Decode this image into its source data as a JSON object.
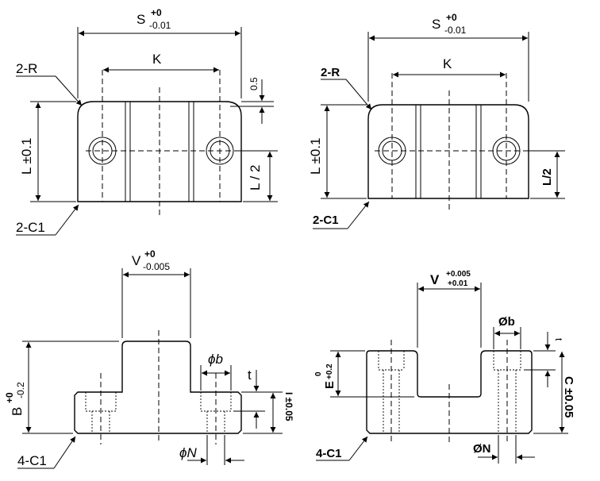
{
  "views": {
    "tl": {
      "S_dim": "S",
      "S_tol_upper": "+0",
      "S_tol_lower": "-0.01",
      "K_dim": "K",
      "R_label": "2-R",
      "offset_value": "0.5",
      "L_label": "L ±0.1",
      "L_half": "L / 2",
      "C1_label": "2-C1"
    },
    "tr": {
      "S_dim": "S",
      "S_tol_upper": "+0",
      "S_tol_lower": "-0.01",
      "K_dim": "K",
      "R_label": "2-R",
      "L_label": "L ±0.1",
      "L_half": "L/2",
      "C1_label": "2-C1"
    },
    "bl": {
      "V_dim": "V",
      "V_tol_upper": "+0",
      "V_tol_lower": "-0.005",
      "phi_b": "ϕb",
      "t_label": "t",
      "B_dim": "B",
      "B_tol_upper": "+0",
      "B_tol_lower": "-0.2",
      "I_label": "I ±0.05",
      "C1_label": "4-C1",
      "phi_N": "ϕN"
    },
    "br": {
      "V_dim": "V",
      "V_tol_upper": "+0.005",
      "V_tol_lower": "+0.01",
      "phi_b": "Øb",
      "t_label": "t",
      "E_dim": "E",
      "E_tol_upper": "0",
      "E_tol_lower": "+0.2",
      "C_label": "C ±0.05",
      "C1_label": "4-C1",
      "phi_N": "ØN"
    }
  }
}
